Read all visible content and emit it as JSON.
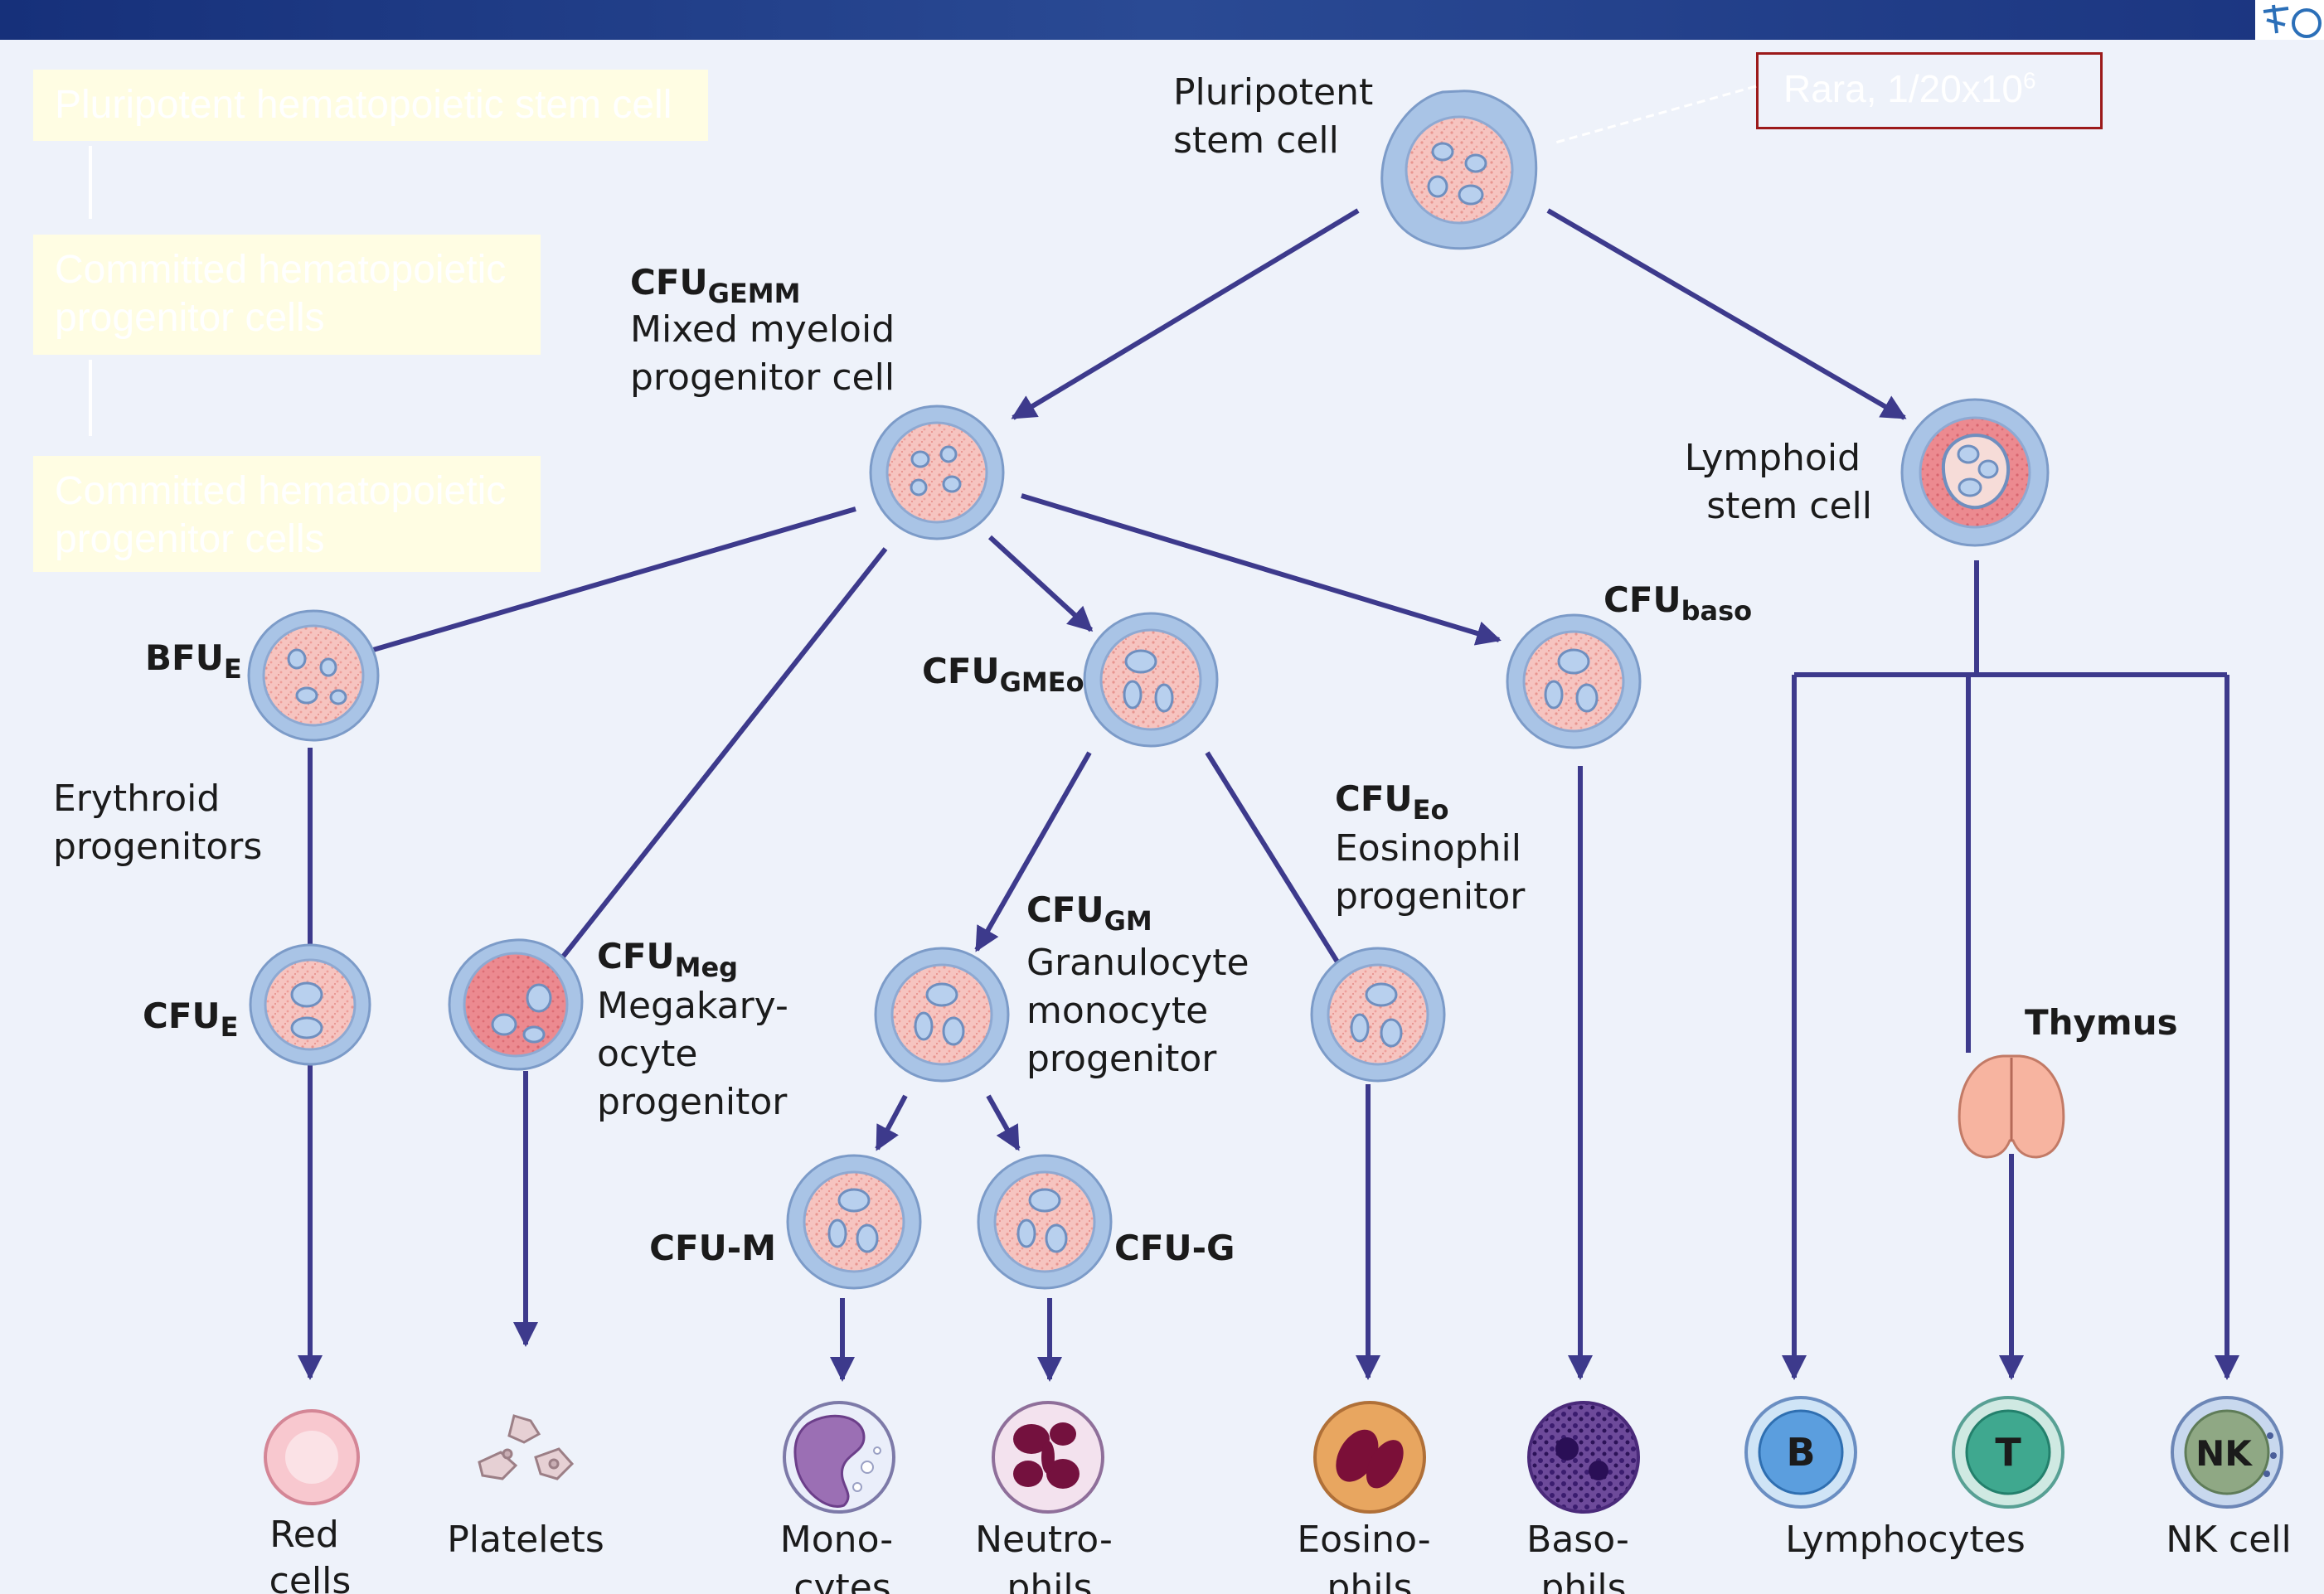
{
  "overlays": {
    "box1": "Pluripotent hematopoietic stem cell",
    "box2_l1": "Committed hematopoietic",
    "box2_l2": "progenitor cells",
    "box3_l1": "Committed hematopoietic",
    "box3_l2": "progenitor cells",
    "rara": "Rara, 1/20x10",
    "rara_sup": "6"
  },
  "labels": {
    "pluripotent_l1": "Pluripotent",
    "pluripotent_l2": "stem cell",
    "cfu": "CFU",
    "bfu": "BFU",
    "gemm_sub": "GEMM",
    "gemm_l1": "Mixed myeloid",
    "gemm_l2": "progenitor cell",
    "lymphoid_l1": "Lymphoid",
    "lymphoid_l2": "stem cell",
    "sub_e": "E",
    "sub_gmeo": "GMEo",
    "sub_baso": "baso",
    "sub_eo": "Eo",
    "sub_meg": "Meg",
    "sub_gm": "GM",
    "erythroid_l1": "Erythroid",
    "erythroid_l2": "progenitors",
    "eo_l1": "Eosinophil",
    "eo_l2": "progenitor",
    "meg_l1": "Megakary-",
    "meg_l2": "ocyte",
    "meg_l3": "progenitor",
    "gm_l1": "Granulocyte",
    "gm_l2": "monocyte",
    "gm_l3": "progenitor",
    "cfu_m": "CFU-M",
    "cfu_g": "CFU-G",
    "thymus": "Thymus",
    "out_red_l1": "Red",
    "out_red_l2": "cells",
    "out_platelets": "Platelets",
    "out_mono_l1": "Mono-",
    "out_mono_l2": "cytes",
    "out_neutro_l1": "Neutro-",
    "out_neutro_l2": "phils",
    "out_eosino_l1": "Eosino-",
    "out_eosino_l2": "phils",
    "out_baso_l1": "Baso-",
    "out_baso_l2": "phils",
    "out_lympho": "Lymphocytes",
    "out_nk": "NK cell",
    "cell_b": "B",
    "cell_t": "T",
    "cell_nk": "NK"
  },
  "colors": {
    "arrow": "#3d3a8c",
    "cell_membrane": "#a9c4e6",
    "cell_cytoplasm": "#f6c4c0",
    "cell_nucleus_fill": "#b8d0ee",
    "overlay_fill": "#fffde3",
    "header_bar": "#1f3c88",
    "rara_border": "#9c1a1a"
  }
}
